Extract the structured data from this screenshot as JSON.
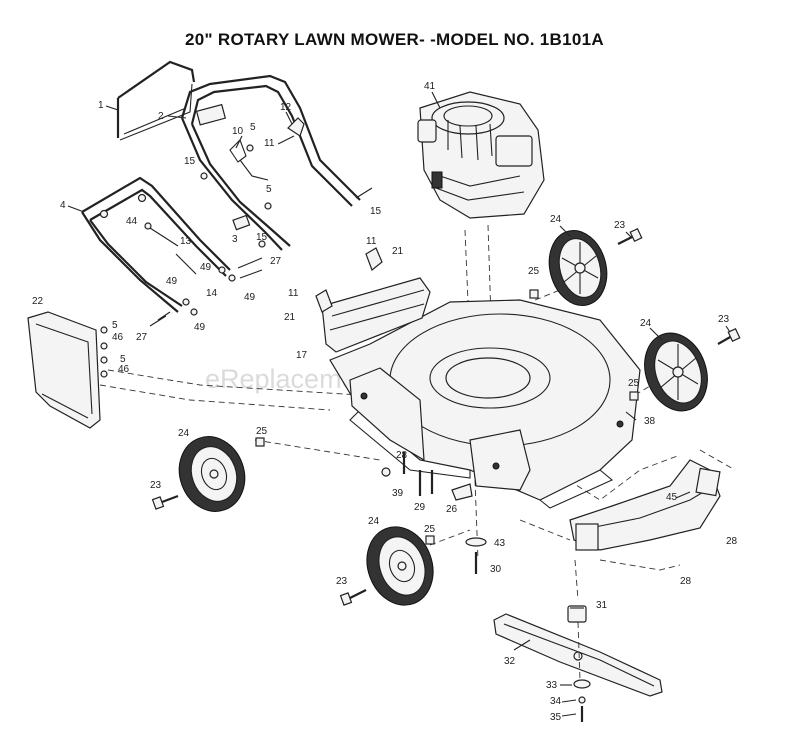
{
  "title": "20\" ROTARY LAWN MOWER- -MODEL NO.  1B101A",
  "watermark": "eReplacementParts.com",
  "callouts": [
    {
      "id": "c1",
      "label": "1"
    },
    {
      "id": "c2",
      "label": "2"
    },
    {
      "id": "c10",
      "label": "10"
    },
    {
      "id": "c5a",
      "label": "5"
    },
    {
      "id": "c12",
      "label": "12"
    },
    {
      "id": "c11a",
      "label": "11"
    },
    {
      "id": "c15a",
      "label": "15"
    },
    {
      "id": "c5b",
      "label": "5"
    },
    {
      "id": "c15b",
      "label": "15"
    },
    {
      "id": "c4",
      "label": "4"
    },
    {
      "id": "c44",
      "label": "44"
    },
    {
      "id": "c13",
      "label": "13"
    },
    {
      "id": "c3",
      "label": "3"
    },
    {
      "id": "c15c",
      "label": "15"
    },
    {
      "id": "c27a",
      "label": "27"
    },
    {
      "id": "c49a",
      "label": "49"
    },
    {
      "id": "c49b",
      "label": "49"
    },
    {
      "id": "c14",
      "label": "14"
    },
    {
      "id": "c49c",
      "label": "49"
    },
    {
      "id": "c49d",
      "label": "49"
    },
    {
      "id": "c27b",
      "label": "27"
    },
    {
      "id": "c22",
      "label": "22"
    },
    {
      "id": "c5c",
      "label": "5"
    },
    {
      "id": "c46a",
      "label": "46"
    },
    {
      "id": "c5d",
      "label": "5"
    },
    {
      "id": "c46b",
      "label": "46"
    },
    {
      "id": "c41",
      "label": "41"
    },
    {
      "id": "c11b",
      "label": "11"
    },
    {
      "id": "c21a",
      "label": "21"
    },
    {
      "id": "c11c",
      "label": "11"
    },
    {
      "id": "c21b",
      "label": "21"
    },
    {
      "id": "c17",
      "label": "17"
    },
    {
      "id": "c24a",
      "label": "24"
    },
    {
      "id": "c23a",
      "label": "23"
    },
    {
      "id": "c25a",
      "label": "25"
    },
    {
      "id": "c24b",
      "label": "24"
    },
    {
      "id": "c23b",
      "label": "23"
    },
    {
      "id": "c25b",
      "label": "25"
    },
    {
      "id": "c38",
      "label": "38"
    },
    {
      "id": "c24c",
      "label": "24"
    },
    {
      "id": "c25c",
      "label": "25"
    },
    {
      "id": "c23c",
      "label": "23"
    },
    {
      "id": "c28a",
      "label": "28"
    },
    {
      "id": "c39",
      "label": "39"
    },
    {
      "id": "c29",
      "label": "29"
    },
    {
      "id": "c26",
      "label": "26"
    },
    {
      "id": "c45",
      "label": "45"
    },
    {
      "id": "c28b",
      "label": "28"
    },
    {
      "id": "c28c",
      "label": "28"
    },
    {
      "id": "c24d",
      "label": "24"
    },
    {
      "id": "c25d",
      "label": "25"
    },
    {
      "id": "c43",
      "label": "43"
    },
    {
      "id": "c30",
      "label": "30"
    },
    {
      "id": "c23d",
      "label": "23"
    },
    {
      "id": "c31",
      "label": "31"
    },
    {
      "id": "c32",
      "label": "32"
    },
    {
      "id": "c33",
      "label": "33"
    },
    {
      "id": "c34",
      "label": "34"
    },
    {
      "id": "c35",
      "label": "35"
    }
  ]
}
